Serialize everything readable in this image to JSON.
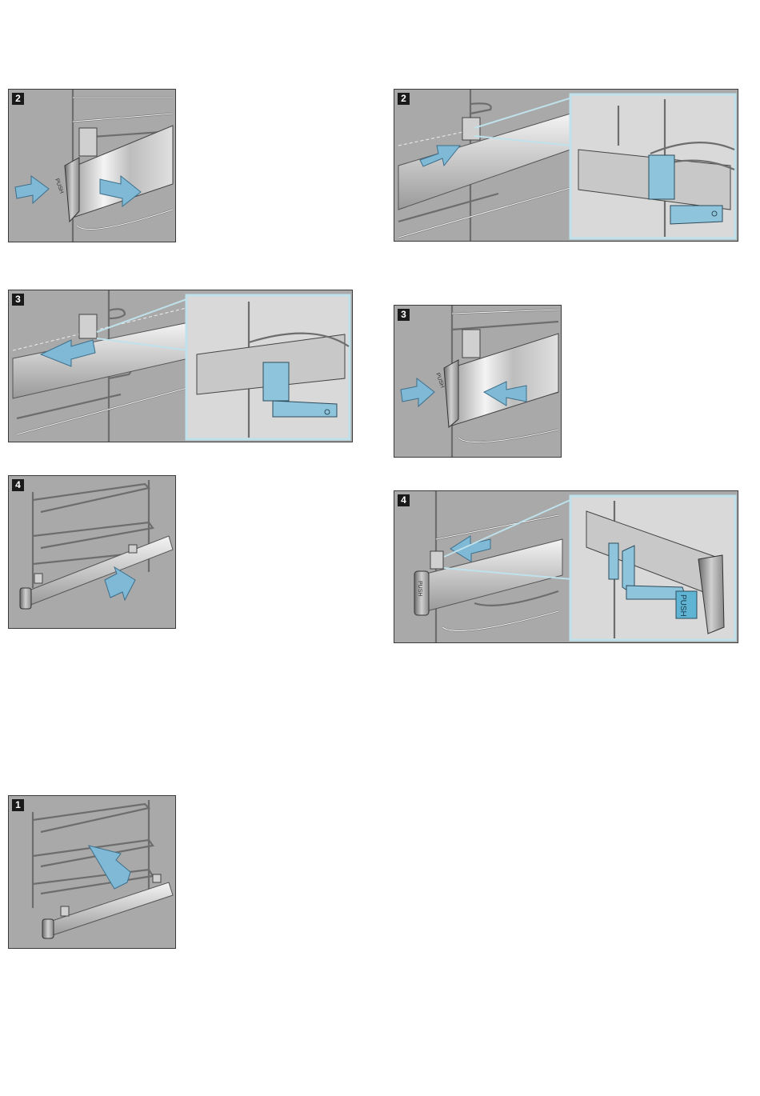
{
  "panels": [
    {
      "id": "left-2",
      "step": "2"
    },
    {
      "id": "left-3",
      "step": "3"
    },
    {
      "id": "left-4",
      "step": "4"
    },
    {
      "id": "right-2",
      "step": "2"
    },
    {
      "id": "right-3",
      "step": "3"
    },
    {
      "id": "right-4",
      "step": "4"
    },
    {
      "id": "left-1",
      "step": "1"
    }
  ],
  "labels": {
    "push": "PUSH"
  },
  "colors": {
    "panel_bg": "#a9a9a9",
    "arrow_blue": "#7fb9d6",
    "part_blue": "#8fc5dc",
    "badge_bg": "#1a1a1a"
  }
}
